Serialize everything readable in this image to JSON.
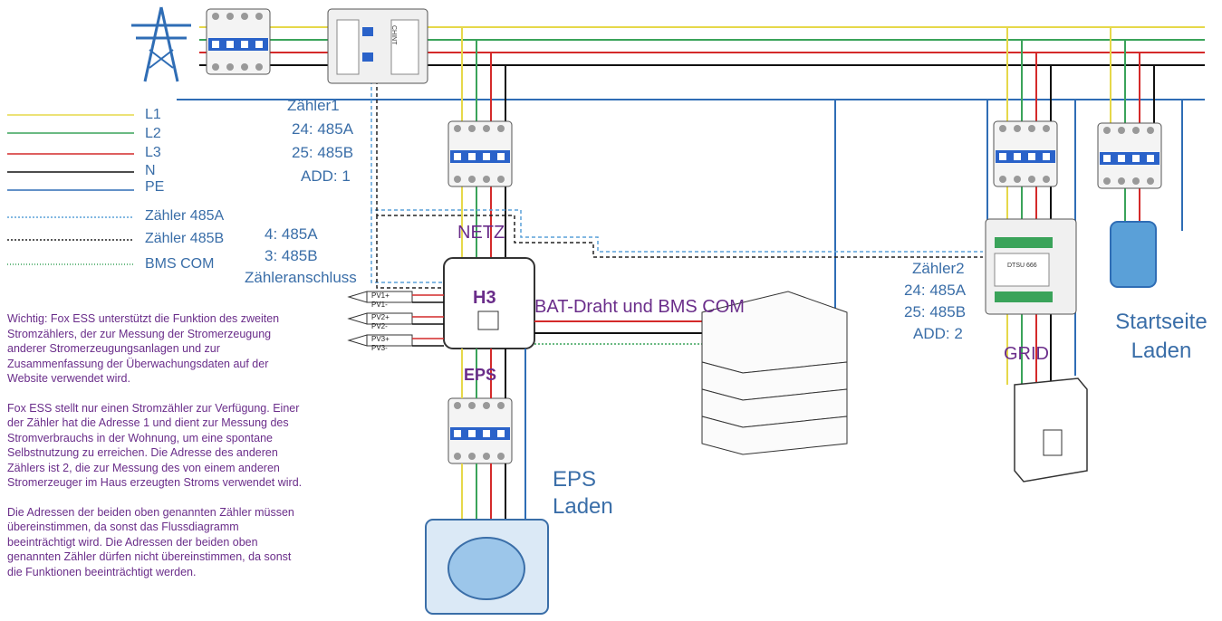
{
  "legend": [
    {
      "label": "L1",
      "color": "#e6d84a",
      "style": "solid"
    },
    {
      "label": "L2",
      "color": "#3aa35a",
      "style": "solid"
    },
    {
      "label": "L3",
      "color": "#d42a2a",
      "style": "solid"
    },
    {
      "label": "N",
      "color": "#111111",
      "style": "solid"
    },
    {
      "label": "PE",
      "color": "#2f6db5",
      "style": "solid"
    },
    {
      "label": "Zähler 485A",
      "color": "#5aa0d8",
      "style": "dashed"
    },
    {
      "label": "Zähler 485B",
      "color": "#222222",
      "style": "dashed"
    },
    {
      "label": "BMS COM",
      "color": "#3aa35a",
      "style": "dotted"
    }
  ],
  "meter1": {
    "title": "Zähler1",
    "line1": "24:  485A",
    "line2": "25:  485B",
    "line3": "ADD: 1"
  },
  "inverter_port": {
    "line1": "4:  485A",
    "line2": "3:  485B",
    "line3": "Zähleranschluss"
  },
  "labels": {
    "netz": "NETZ",
    "h3": "H3",
    "eps": "EPS",
    "bat": "BAT-Draht und BMS COM",
    "eps_load": "EPS Laden",
    "grid": "GRID",
    "home_load": "Startseite Laden"
  },
  "pv_inputs": [
    "PV1+",
    "PV1-",
    "PV2+",
    "PV2-",
    "PV3+",
    "PV3-"
  ],
  "meter2": {
    "title": "Zähler2",
    "line1": "24:  485A",
    "line2": "25:  485B",
    "line3": "ADD: 2"
  },
  "meter_device": {
    "brand": "CHINT",
    "model": "DTSU 666"
  },
  "notes": [
    "Wichtig: Fox ESS unterstützt die Funktion des zweiten Stromzählers, der zur Messung der Stromerzeugung anderer Stromerzeugungsanlagen und zur Zusammenfassung der Überwachungsdaten auf der Website verwendet wird.",
    "Fox ESS stellt nur einen Stromzähler zur Verfügung. Einer der Zähler hat die Adresse 1 und dient zur Messung des Stromverbrauchs in der Wohnung, um eine spontane Selbstnutzung zu erreichen. Die Adresse des anderen Zählers ist 2, die zur Messung des von einem anderen Stromerzeuger im Haus erzeugten Stroms verwendet wird.",
    "Die Adressen der beiden oben genannten Zähler müssen übereinstimmen, da sonst das Flussdiagramm beeinträchtigt wird. Die Adressen der beiden oben genannten Zähler dürfen nicht übereinstimmen, da sonst die Funktionen beeinträchtigt werden."
  ],
  "colors": {
    "text_blue": "#3a6ea8",
    "text_purple": "#6a2d8a",
    "breaker_blue": "#2a62c9"
  }
}
